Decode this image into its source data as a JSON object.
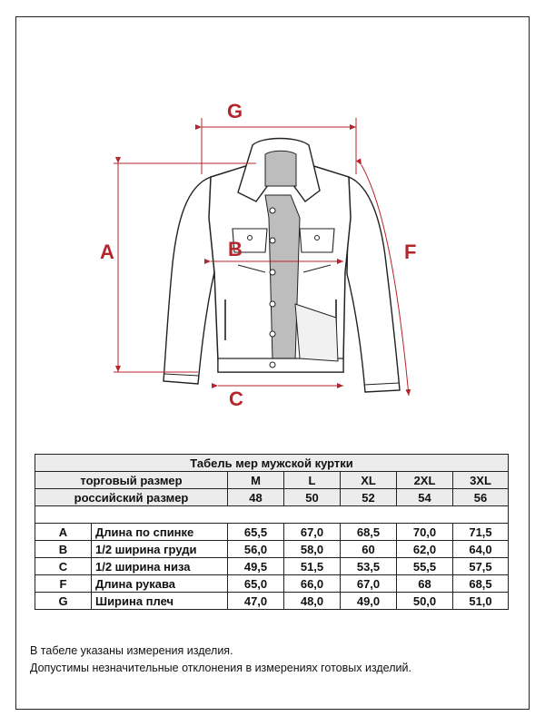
{
  "diagram": {
    "labels": {
      "A": "A",
      "B": "B",
      "C": "C",
      "F": "F",
      "G": "G"
    },
    "accent_color": "#b5252c",
    "garment_color": "#ffffff",
    "line_color": "#222222"
  },
  "table": {
    "title": "Табель мер мужской куртки",
    "trade_size_label": "торговый размер",
    "russian_size_label": "российский размер",
    "trade_sizes": [
      "M",
      "L",
      "XL",
      "2XL",
      "3XL"
    ],
    "russian_sizes": [
      "48",
      "50",
      "52",
      "54",
      "56"
    ],
    "rows": [
      {
        "code": "A",
        "name": "Длина по спинке",
        "values": [
          "65,5",
          "67,0",
          "68,5",
          "70,0",
          "71,5"
        ]
      },
      {
        "code": "B",
        "name": "1/2 ширина груди",
        "values": [
          "56,0",
          "58,0",
          "60",
          "62,0",
          "64,0"
        ]
      },
      {
        "code": "C",
        "name": "1/2 ширина низа",
        "values": [
          "49,5",
          "51,5",
          "53,5",
          "55,5",
          "57,5"
        ]
      },
      {
        "code": "F",
        "name": "Длина рукава",
        "values": [
          "65,0",
          "66,0",
          "67,0",
          "68",
          "68,5"
        ]
      },
      {
        "code": "G",
        "name": "Ширина плеч",
        "values": [
          "47,0",
          "48,0",
          "49,0",
          "50,0",
          "51,0"
        ]
      }
    ]
  },
  "footer": {
    "line1": "В табеле указаны измерения изделия.",
    "line2": "Допустимы незначительные отклонения в измерениях готовых изделий."
  }
}
